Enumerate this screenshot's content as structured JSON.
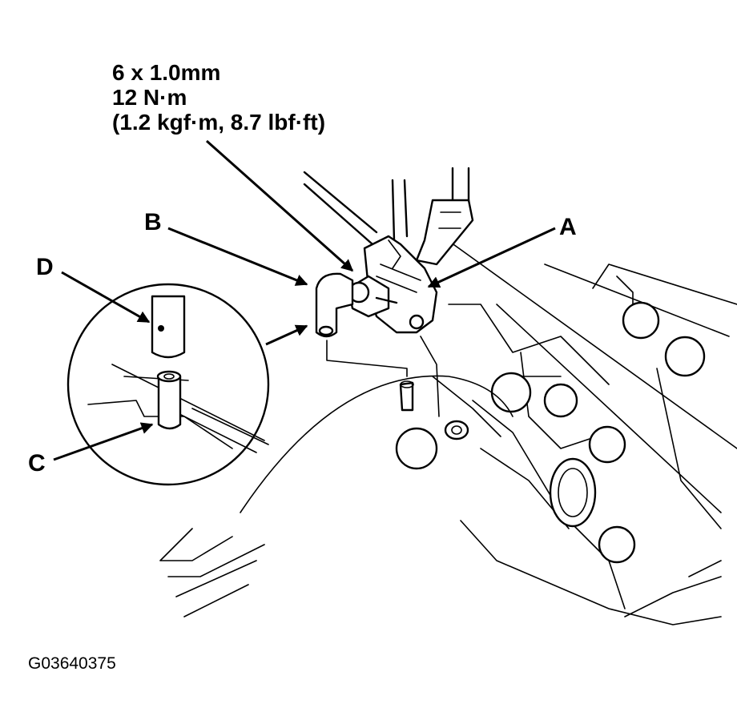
{
  "spec": {
    "bolt_size": "6 x 1.0mm",
    "torque_nm": "12 N·m",
    "torque_alt": "(1.2 kgf·m, 8.7 lbf·ft)"
  },
  "callouts": {
    "a": "A",
    "b": "B",
    "c": "C",
    "d": "D"
  },
  "figure_id": "G03640375"
}
